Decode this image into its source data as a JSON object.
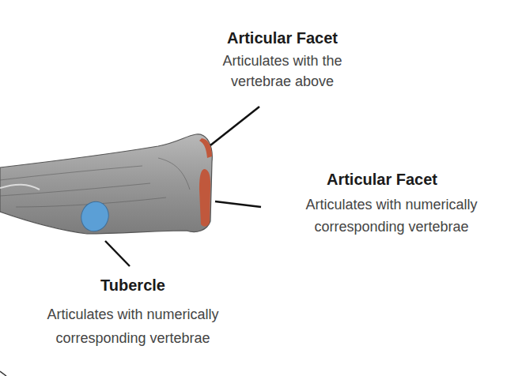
{
  "diagram": {
    "labels": [
      "Articular Facet",
      "Articulates with the vertebrae above",
      "Articular Facet",
      "Articulates with numerically corresponding vertebrae",
      "Tubercle",
      "Articulates with numerically corresponding vertebrae"
    ]
  }
}
